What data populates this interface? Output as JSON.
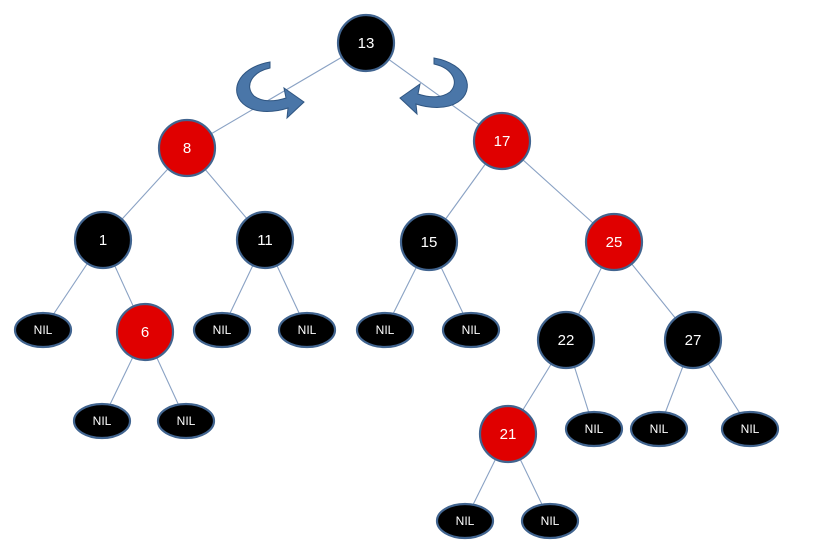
{
  "colors": {
    "black": "#000000",
    "red": "#e00000",
    "node_border": "#41648f",
    "edge": "#8aa2c4",
    "arrow": "#4a76a8",
    "label": "#ffffff"
  },
  "tree": {
    "nodes": [
      {
        "id": "n13",
        "label": "13",
        "color": "black"
      },
      {
        "id": "n8",
        "label": "8",
        "color": "red"
      },
      {
        "id": "n17",
        "label": "17",
        "color": "red"
      },
      {
        "id": "n1",
        "label": "1",
        "color": "black"
      },
      {
        "id": "n11",
        "label": "11",
        "color": "black"
      },
      {
        "id": "n15",
        "label": "15",
        "color": "black"
      },
      {
        "id": "n25",
        "label": "25",
        "color": "red"
      },
      {
        "id": "n6",
        "label": "6",
        "color": "red"
      },
      {
        "id": "n22",
        "label": "22",
        "color": "black"
      },
      {
        "id": "n27",
        "label": "27",
        "color": "black"
      },
      {
        "id": "n21",
        "label": "21",
        "color": "red"
      }
    ],
    "nil_nodes": [
      {
        "id": "nil-1a",
        "label": "NIL"
      },
      {
        "id": "nil-6a",
        "label": "NIL"
      },
      {
        "id": "nil-6b",
        "label": "NIL"
      },
      {
        "id": "nil-11a",
        "label": "NIL"
      },
      {
        "id": "nil-11b",
        "label": "NIL"
      },
      {
        "id": "nil-15a",
        "label": "NIL"
      },
      {
        "id": "nil-15b",
        "label": "NIL"
      },
      {
        "id": "nil-21a",
        "label": "NIL"
      },
      {
        "id": "nil-21b",
        "label": "NIL"
      },
      {
        "id": "nil-22b",
        "label": "NIL"
      },
      {
        "id": "nil-27a",
        "label": "NIL"
      },
      {
        "id": "nil-27b",
        "label": "NIL"
      }
    ],
    "edges": [
      [
        "n13",
        "n8"
      ],
      [
        "n13",
        "n17"
      ],
      [
        "n8",
        "n1"
      ],
      [
        "n8",
        "n11"
      ],
      [
        "n17",
        "n15"
      ],
      [
        "n17",
        "n25"
      ],
      [
        "n1",
        "nil-1a"
      ],
      [
        "n1",
        "n6"
      ],
      [
        "n6",
        "nil-6a"
      ],
      [
        "n6",
        "nil-6b"
      ],
      [
        "n11",
        "nil-11a"
      ],
      [
        "n11",
        "nil-11b"
      ],
      [
        "n15",
        "nil-15a"
      ],
      [
        "n15",
        "nil-15b"
      ],
      [
        "n25",
        "n22"
      ],
      [
        "n25",
        "n27"
      ],
      [
        "n22",
        "n21"
      ],
      [
        "n22",
        "nil-22b"
      ],
      [
        "n21",
        "nil-21a"
      ],
      [
        "n21",
        "nil-21b"
      ],
      [
        "n27",
        "nil-27a"
      ],
      [
        "n27",
        "nil-27b"
      ]
    ],
    "rotation_arrows": [
      {
        "id": "rotate-left-arrow",
        "icon": "rotate-arrow-icon"
      },
      {
        "id": "rotate-right-arrow",
        "icon": "rotate-arrow-icon"
      }
    ]
  }
}
